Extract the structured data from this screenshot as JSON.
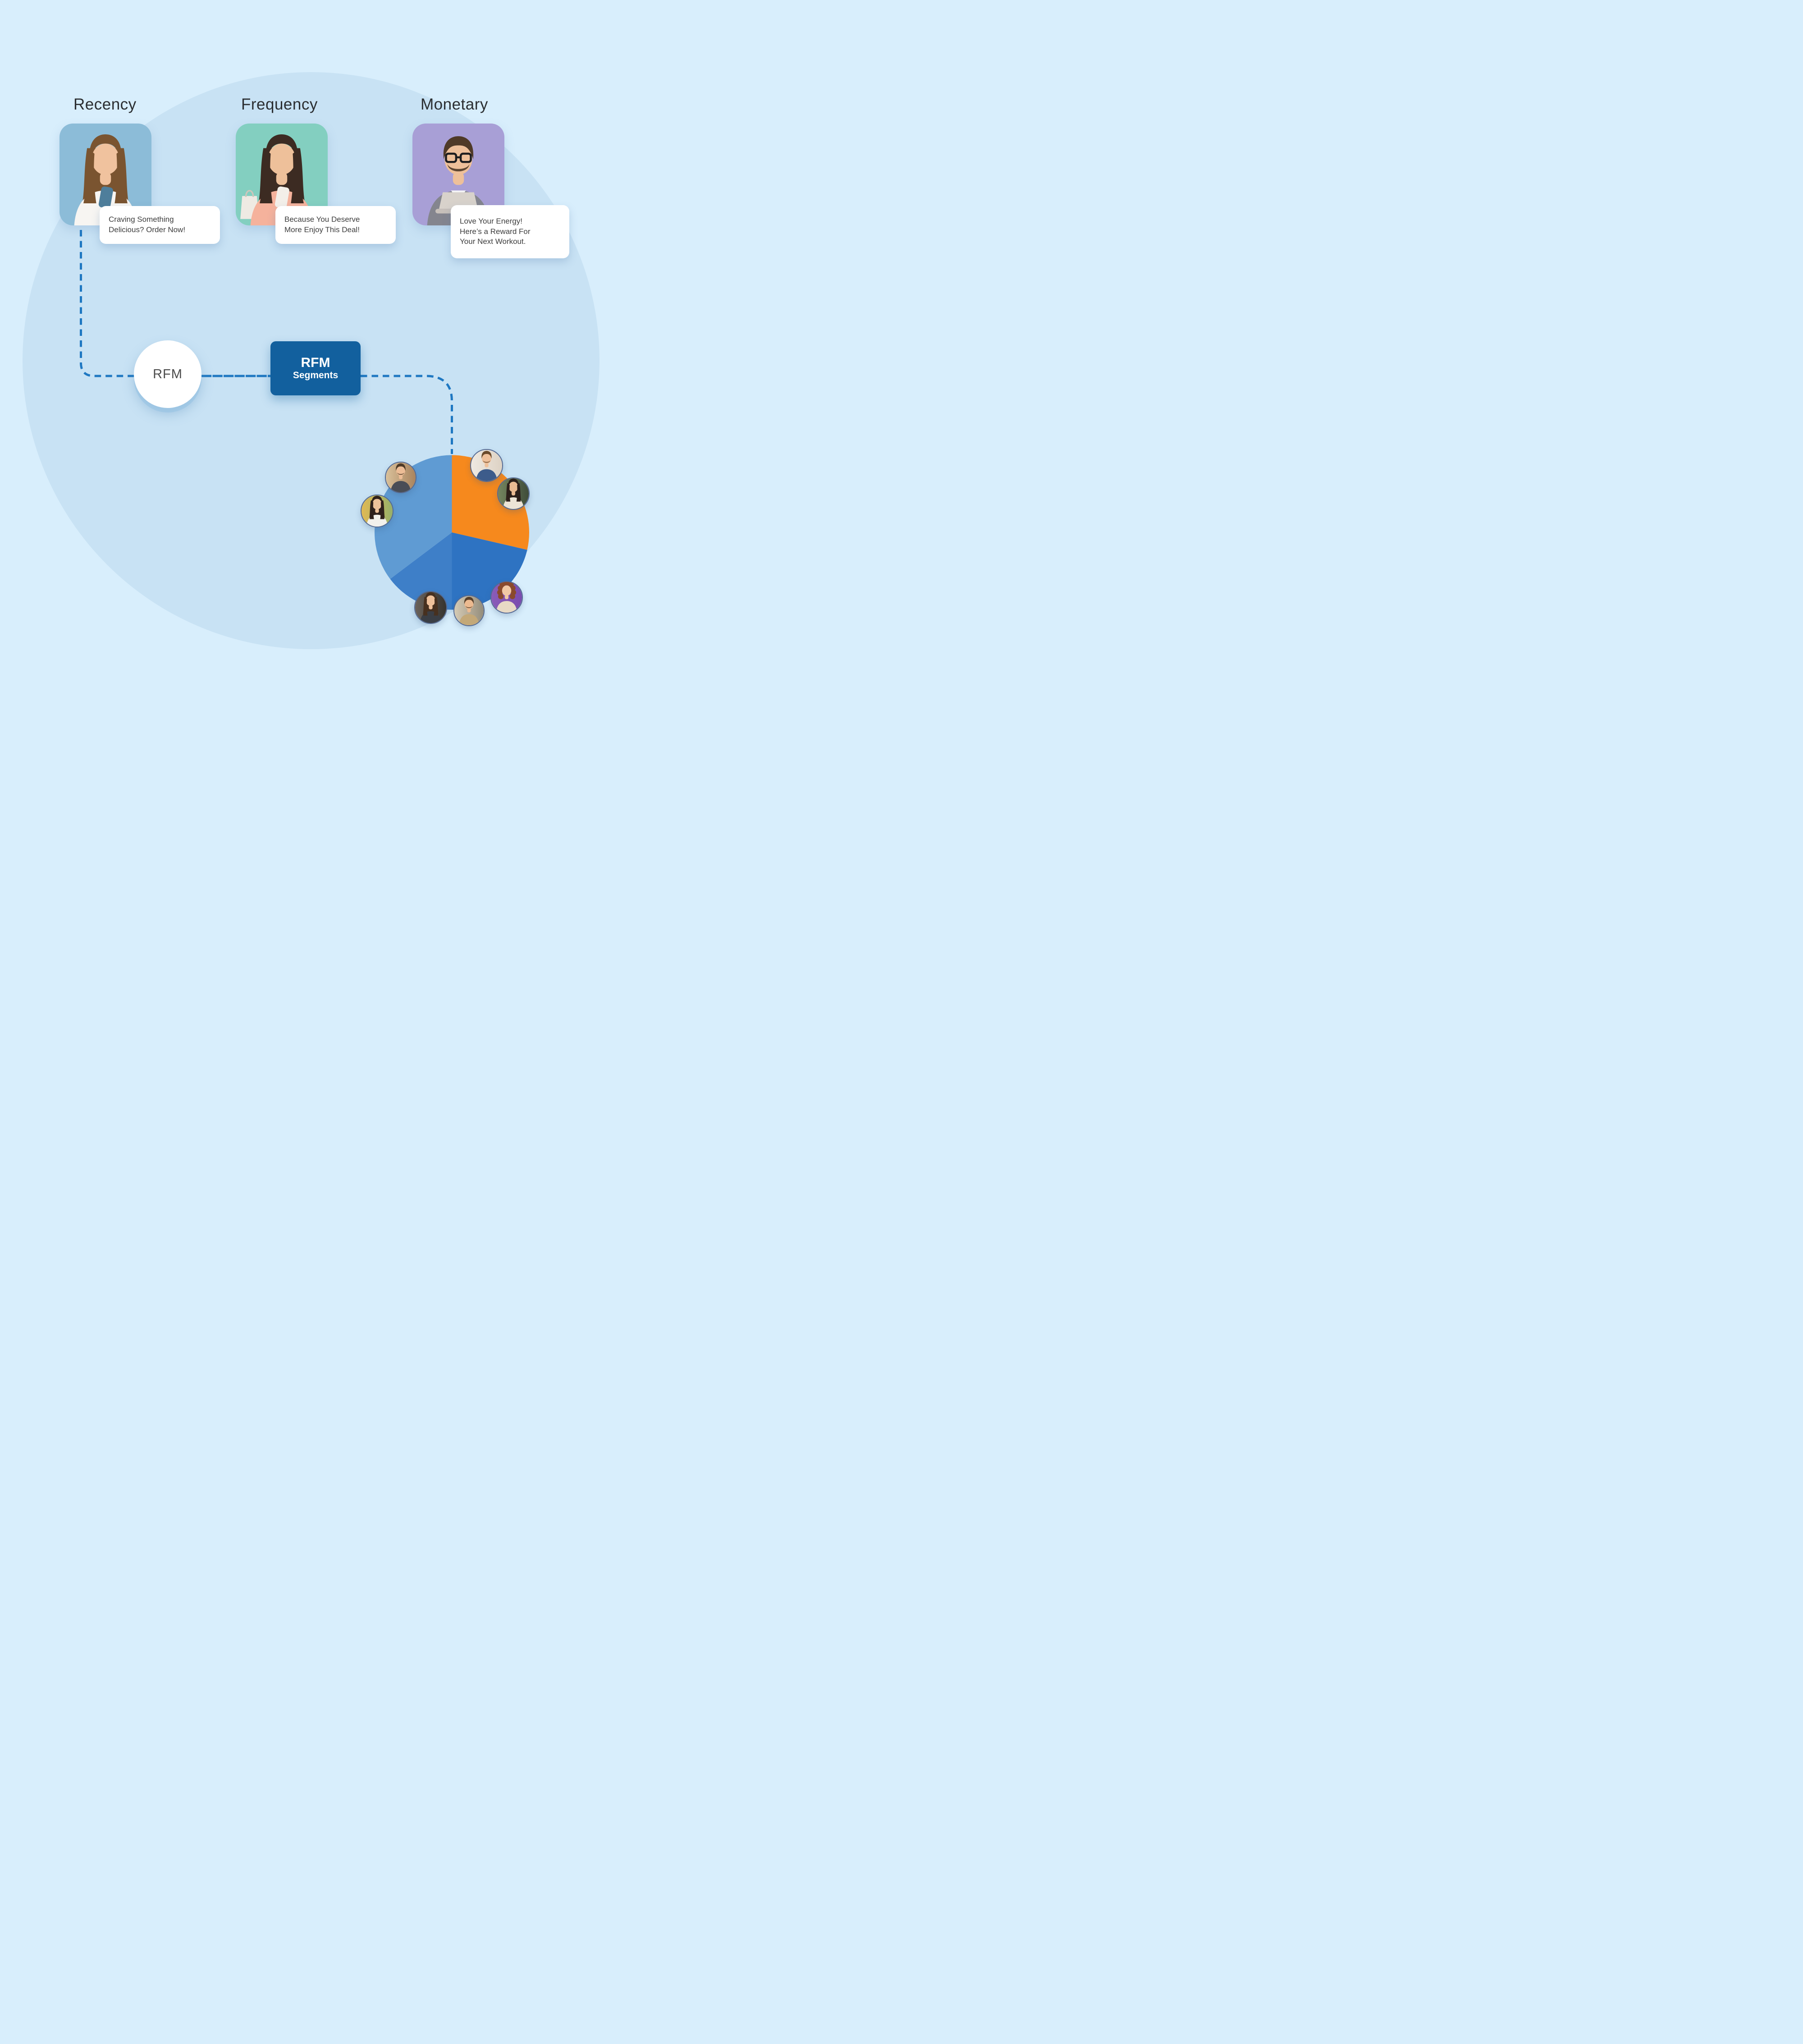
{
  "sections": [
    {
      "title": "Recency",
      "message_lines": [
        "Craving Something",
        "Delicious? Order Now!"
      ],
      "photo": {
        "desc": "woman with long wavy brown hair in white shirt looking at phone, light blue backdrop",
        "bg": "#8cbcd8",
        "hair": "#7a5430",
        "skin": "#f0c29e",
        "shirt": "#f7f5f2",
        "style": "long",
        "phone": "#4e7e9b"
      }
    },
    {
      "title": "Frequency",
      "message_lines": [
        "Because You Deserve",
        "More Enjoy This Deal!"
      ],
      "photo": {
        "desc": "woman with long dark hair in peach blazer holding phone and shopping bags, mint backdrop",
        "bg": "#83cfc0",
        "hair": "#3c2b22",
        "skin": "#eec09a",
        "shirt": "#f5b29c",
        "style": "long",
        "phone": "#f3efe9",
        "bags": true
      }
    },
    {
      "title": "Monetary",
      "message_lines": [
        "Love Your Energy!",
        "Here’s a Reward For",
        "Your Next Workout."
      ],
      "photo": {
        "desc": "man with glasses in gray suit and tie working on laptop, purple backdrop",
        "bg": "#a89fd6",
        "hair": "#4f3a28",
        "skin": "#eec09a",
        "shirt": "#84858e",
        "style": "short",
        "beard": true,
        "glasses": true,
        "laptop": true,
        "tie": "#2c2c33",
        "collar": true
      }
    }
  ],
  "flow": {
    "rfm_circle_label": "RFM",
    "segments_button": {
      "title": "RFM",
      "subtitle": "Segments"
    }
  },
  "chart_data": {
    "type": "pie",
    "title": "",
    "legend": false,
    "labels_shown": false,
    "segments": [
      {
        "name": "orange-segment",
        "color": "#f6891d",
        "start_angle_deg": 0,
        "end_angle_deg": 103,
        "percent": 28.6
      },
      {
        "name": "dark-blue-segment",
        "color": "#2e73c2",
        "start_angle_deg": 103,
        "end_angle_deg": 180,
        "percent": 21.4
      },
      {
        "name": "medium-blue-segment",
        "color": "#3e7fc8",
        "start_angle_deg": 180,
        "end_angle_deg": 233,
        "percent": 14.7
      },
      {
        "name": "light-blue-segment",
        "color": "#5f9bd3",
        "start_angle_deg": 233,
        "end_angle_deg": 360,
        "percent": 35.3
      }
    ]
  },
  "avatars": [
    {
      "desc": "smiling man with short brown hair and beard in dark sweater",
      "bg": [
        "#d9c09a",
        "#a9845e"
      ],
      "hair": "#4e3a27",
      "skin": "#edbd96",
      "shirt": "#494d56",
      "style": "short",
      "beard": true
    },
    {
      "desc": "smiling woman with long dark hair in white top",
      "bg": [
        "#e0b953",
        "#97b06a"
      ],
      "hair": "#2f211c",
      "skin": "#eec29b",
      "shirt": "#f3f1ec",
      "style": "long"
    },
    {
      "desc": "smiling man with short hair and beard in blue sweater",
      "bg": [
        "#efe9e1",
        "#ddd2c4"
      ],
      "hair": "#6b4a2b",
      "skin": "#efc09a",
      "shirt": "#3d5c8b",
      "style": "short",
      "beard": true
    },
    {
      "desc": "smiling woman with long dark hair and earrings, green backdrop",
      "bg": [
        "#74855f",
        "#3f4c39"
      ],
      "hair": "#2c1f1a",
      "skin": "#eaba92",
      "shirt": "#ece4d6",
      "style": "long"
    },
    {
      "desc": "woman with long brown hair in dark jacket",
      "bg": [
        "#6a625b",
        "#37342f"
      ],
      "hair": "#47301f",
      "skin": "#eec09a",
      "shirt": "#3a3e45",
      "style": "long"
    },
    {
      "desc": "smiling man with swept hair and beard in tan blazer",
      "bg": [
        "#d5cab4",
        "#948d7c"
      ],
      "hair": "#59402a",
      "skin": "#ecba90",
      "shirt": "#c3a878",
      "style": "short",
      "beard": true
    },
    {
      "desc": "smiling woman with curly auburn hair, purple backdrop",
      "bg": [
        "#8a5cb8",
        "#7a4cae"
      ],
      "hair": "#8a4a2c",
      "skin": "#f2c8a4",
      "shirt": "#e8dac5",
      "style": "curly"
    }
  ],
  "colors": {
    "background": "#d8eefc",
    "background_circle": "#c8e2f4",
    "dashed_line": "#1f78c2",
    "button_blue": "#12609e",
    "bubble_background": "#ffffff",
    "title_text": "#2b2e31",
    "bubble_text": "#3d3d3d",
    "avatar_ring": "#546992"
  }
}
